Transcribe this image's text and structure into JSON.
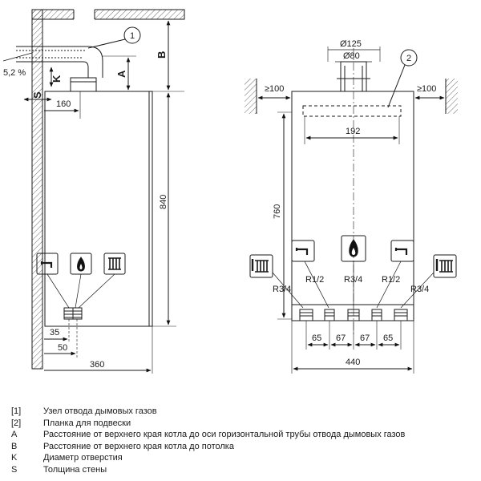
{
  "side_view": {
    "labels": {
      "callout_1": "1",
      "dim_A": "A",
      "dim_B": "B",
      "dim_K": "K",
      "dim_S": "S",
      "slope": "5,2 %",
      "dim_160": "160",
      "dim_840": "840",
      "dim_35": "35",
      "dim_50": "50",
      "dim_360": "360"
    },
    "icons": [
      "tap-icon",
      "flame-icon",
      "radiator-icon"
    ]
  },
  "front_view": {
    "labels": {
      "callout_2": "2",
      "dia_125": "Ø125",
      "dia_80": "Ø80",
      "clear_left": "≥100",
      "clear_right": "≥100",
      "dim_192": "192",
      "dim_760": "760",
      "dim_440": "440",
      "pipe_r34_left": "R3/4",
      "pipe_r12_left": "R1/2",
      "pipe_r34_center": "R3/4",
      "pipe_r12_right": "R1/2",
      "pipe_r34_right": "R3/4",
      "spacing": [
        "65",
        "67",
        "67",
        "65"
      ]
    },
    "icons": [
      "radiator-icon",
      "tap-icon",
      "flame-icon",
      "tap-icon",
      "radiator-icon"
    ]
  },
  "legend": [
    {
      "key": "[1]",
      "text": "Узел отвода дымовых газов"
    },
    {
      "key": "[2]",
      "text": "Планка для подвески"
    },
    {
      "key": "A",
      "text": "Расстояние от верхнего края котла до оси горизонтальной трубы отвода дымовых газов"
    },
    {
      "key": "B",
      "text": "Расстояние от верхнего края котла до потолка"
    },
    {
      "key": "K",
      "text": "Диаметр отверстия"
    },
    {
      "key": "S",
      "text": "Толщина стены"
    }
  ]
}
